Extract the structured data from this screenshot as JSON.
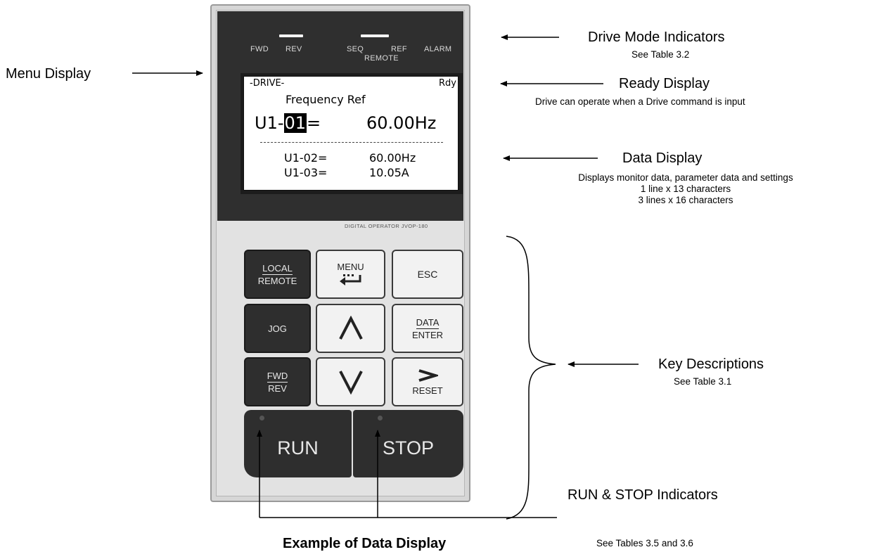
{
  "indicators": {
    "fwd": "FWD",
    "rev": "REV",
    "seq": "SEQ",
    "ref": "REF",
    "remote": "REMOTE",
    "alarm": "ALARM"
  },
  "lcd": {
    "mode": "-DRIVE-",
    "status": "Rdy",
    "title": "Frequency Ref",
    "main_prefix": "U1-",
    "main_highlight": "01",
    "main_eq": "=",
    "main_value": "60.00Hz",
    "line2_param": "U1-02=",
    "line2_value": "60.00Hz",
    "line3_param": "U1-03=",
    "line3_value": "10.05A"
  },
  "model": "DIGITAL OPERATOR JVOP-180",
  "keys": {
    "local": "LOCAL",
    "remote": "REMOTE",
    "menu": "MENU",
    "esc": "ESC",
    "jog": "JOG",
    "data": "DATA",
    "enter": "ENTER",
    "fwd": "FWD",
    "rev": "REV",
    "reset": "RESET",
    "run": "RUN",
    "stop": "STOP"
  },
  "callouts": {
    "drive_mode_title": "Drive Mode Indicators",
    "drive_mode_sub": "See Table 3.2",
    "menu_display": "Menu Display",
    "ready_title": "Ready Display",
    "ready_sub": "Drive can operate when a Drive command is input",
    "data_title": "Data Display",
    "data_sub1": "Displays monitor data, parameter data and settings",
    "data_sub2": "1 line x 13 characters",
    "data_sub3": "3 lines x 16 characters",
    "key_title": "Key Descriptions",
    "key_sub": "See Table 3.1",
    "runstop_title": "RUN & STOP Indicators",
    "runstop_sub": "See Tables 3.5 and 3.6"
  },
  "caption": "Example of Data Display"
}
